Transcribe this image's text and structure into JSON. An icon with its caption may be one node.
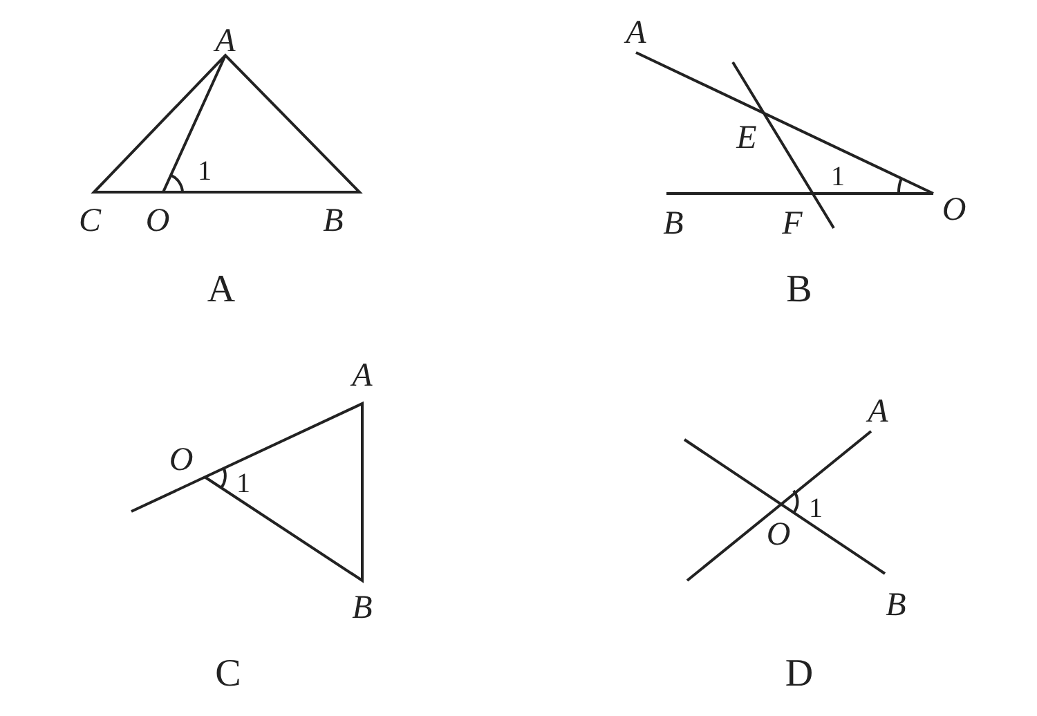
{
  "diagram": {
    "labels": [
      "A",
      "1",
      "C",
      "O",
      "B",
      "A",
      "A",
      "E",
      "1",
      "B",
      "F",
      "O",
      "B",
      "A",
      "O",
      "1",
      "B",
      "C",
      "A",
      "O",
      "1",
      "B",
      "D"
    ]
  }
}
